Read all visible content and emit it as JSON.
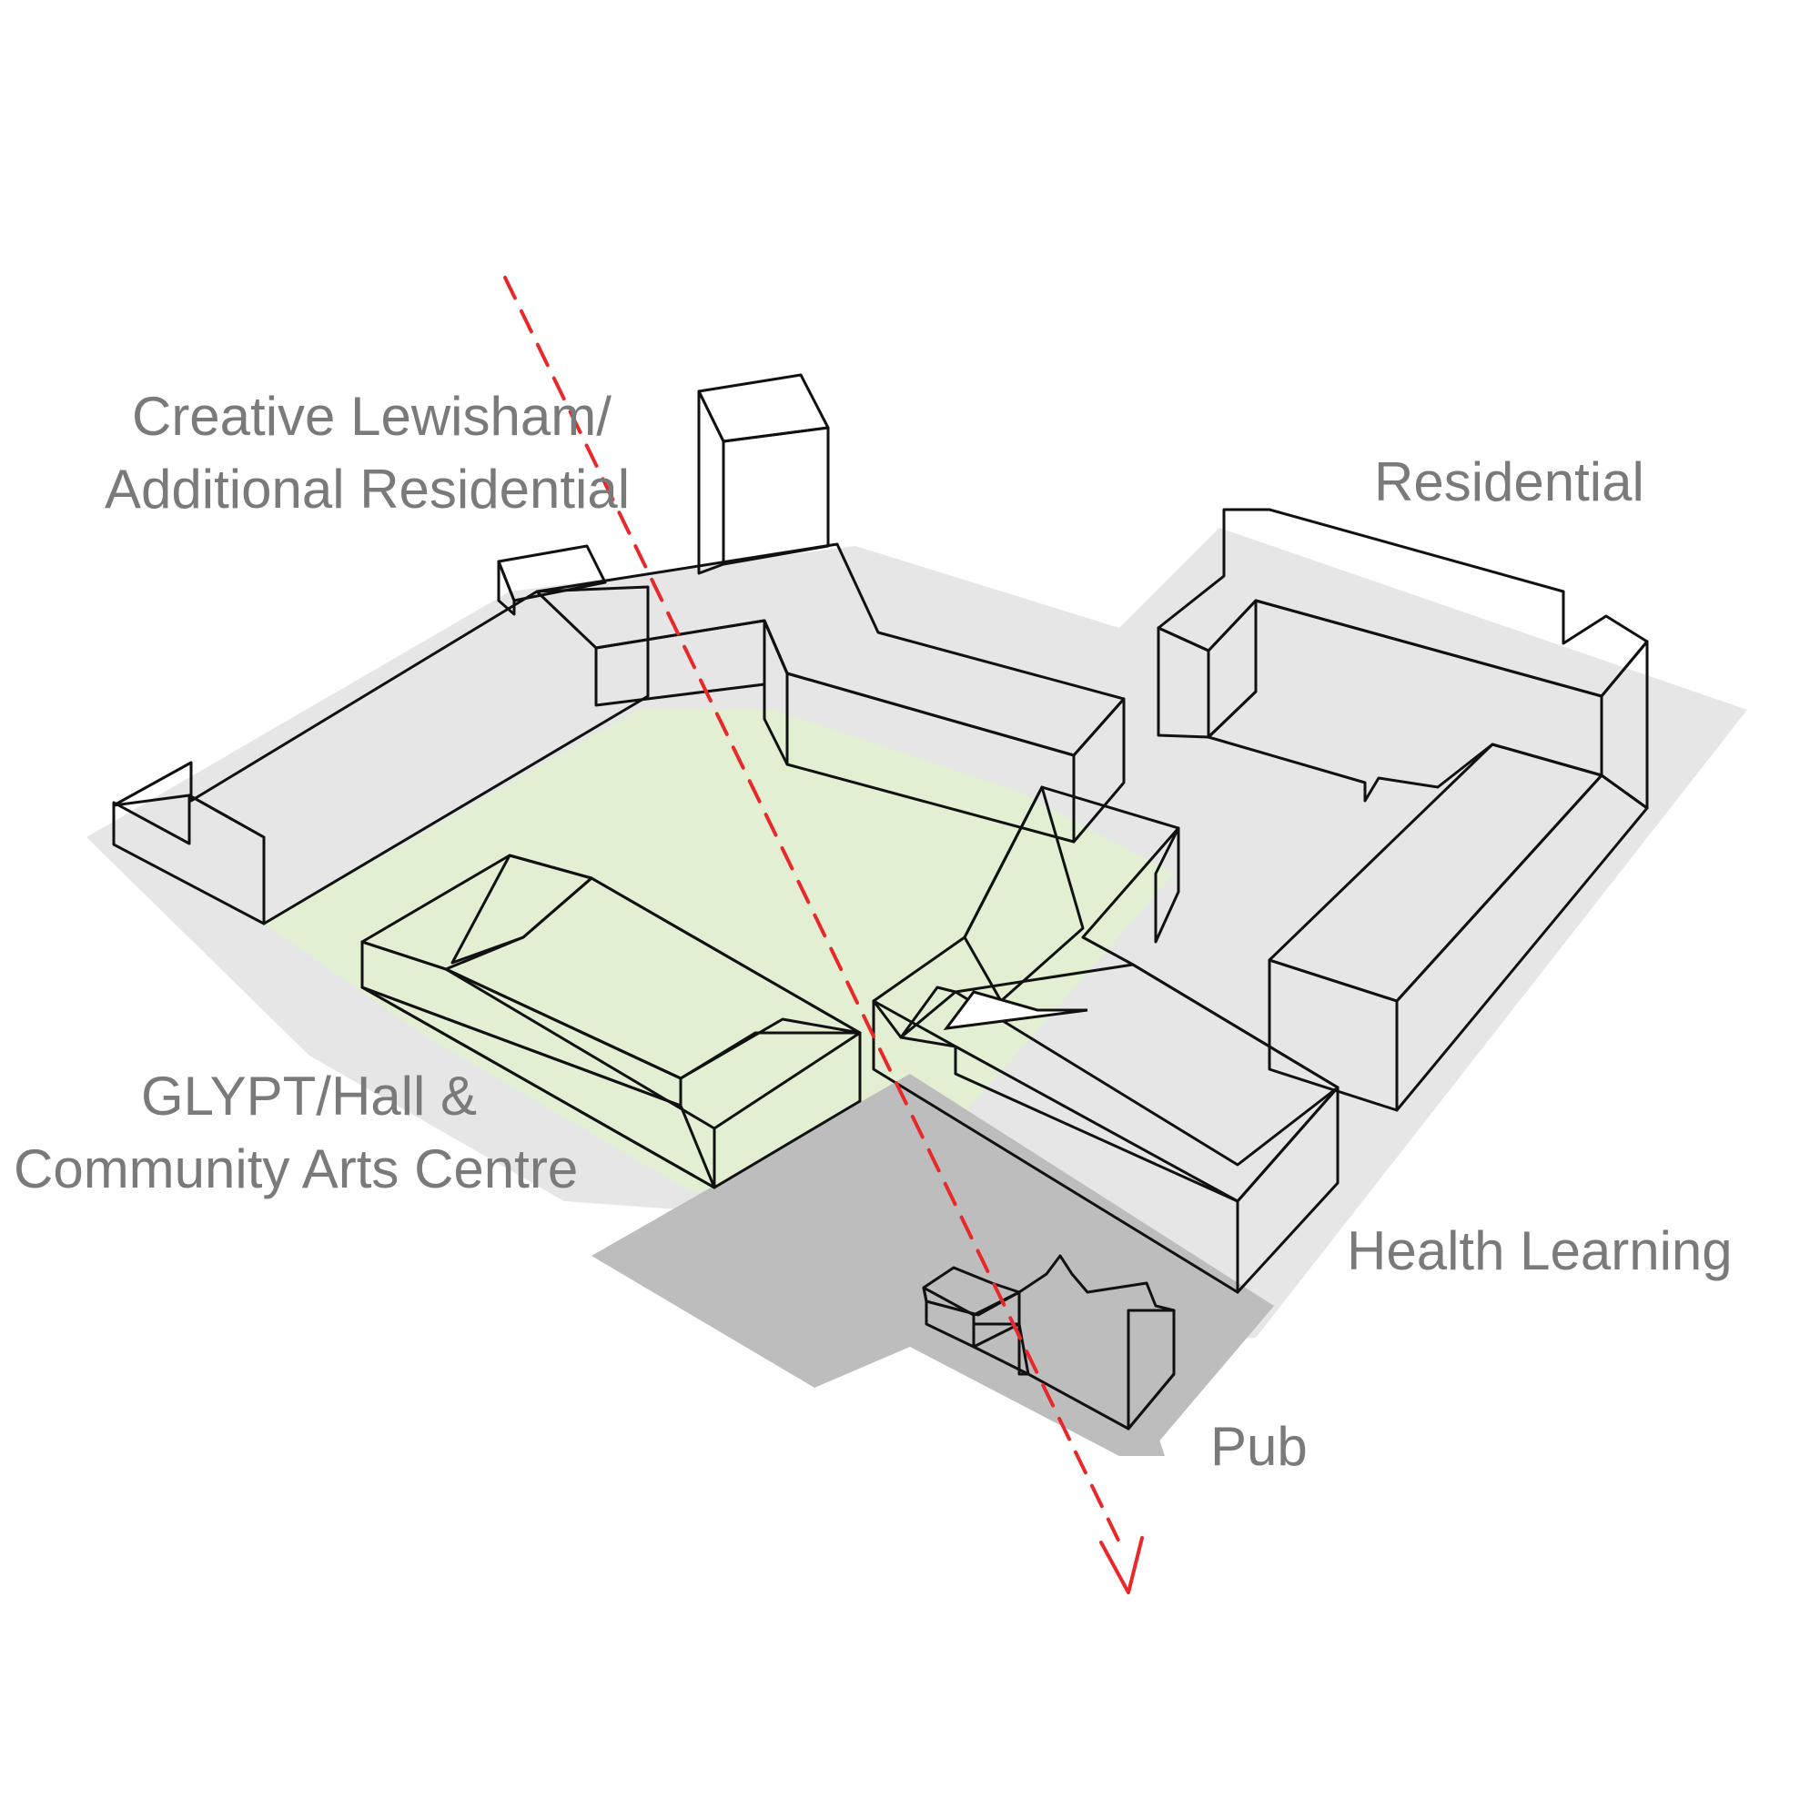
{
  "labels": {
    "creative_line1": "Creative Lewisham/",
    "creative_line2": "Additional Residential",
    "residential": "Residential",
    "glypt_line1": "GLYPT/Hall &",
    "glypt_line2": "Community Arts Centre",
    "health": "Health Learning",
    "pub": "Pub"
  },
  "colors": {
    "creative": "#f7ad55",
    "residential": "#adcad6",
    "glypt": "#a6d1a0",
    "health": "#fe4444",
    "pub_annex": "#fff538",
    "pub": "#ffffff",
    "courtyard": "#e2efd3",
    "site": "#e6e6e6",
    "shadow": "#bdbdbd",
    "route": "#e8292b",
    "text": "#7a7a7a"
  }
}
